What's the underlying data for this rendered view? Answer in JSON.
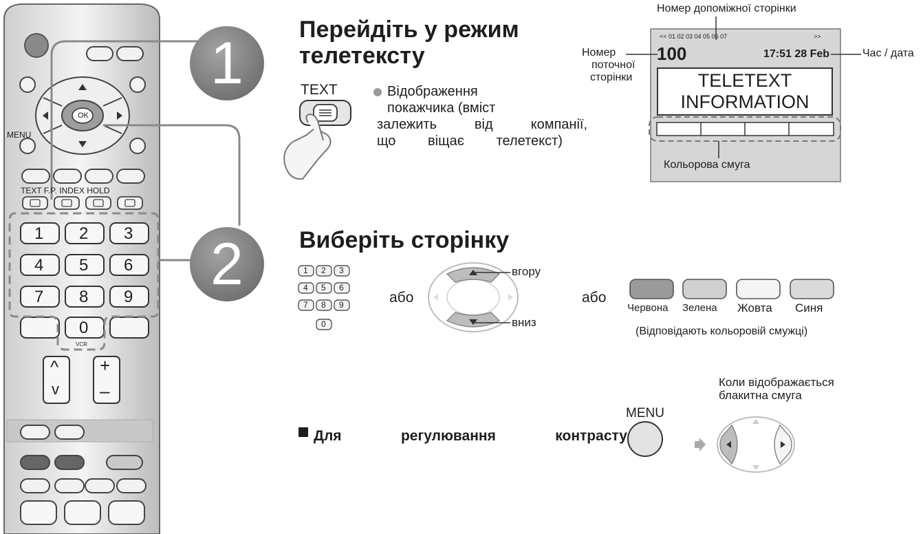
{
  "step1": {
    "number": "1",
    "title_line1": "Перейдіть у режим",
    "title_line2": "телетексту",
    "button_label": "TEXT",
    "bullet_line1": "Відображення",
    "bullet_line2": "покажчика (вміст",
    "bullet_line3_words": [
      "залежить",
      "від",
      "компанії,"
    ],
    "bullet_line4_words": [
      "що",
      "віщає",
      "телетекст)"
    ]
  },
  "teletext_screen": {
    "subpage_number_label": "Номер допоміжної сторінки",
    "subpage_row": "<< 01 02 03 04 05 06 07",
    "subpage_next": ">>",
    "page_number": "100",
    "time_date": "17:51 28 Feb",
    "current_page_label_line1": "Номер",
    "current_page_label_line2": "поточної",
    "current_page_label_line3": "сторінки",
    "time_date_label": "Час / дата",
    "content_line1": "TELETEXT",
    "content_line2": "INFORMATION",
    "color_bar_label": "Кольорова смуга"
  },
  "step2": {
    "number": "2",
    "title": "Виберіть сторінку",
    "or1": "або",
    "or2": "або",
    "up_label": "вгору",
    "down_label": "вниз",
    "keypad_keys": [
      "1",
      "2",
      "3",
      "4",
      "5",
      "6",
      "7",
      "8",
      "9",
      "0"
    ],
    "color_keys": [
      "Червона",
      "Зелена",
      "Жовта",
      "Синя"
    ],
    "color_note": "(Відповідають кольоровій смужці)"
  },
  "contrast": {
    "title_words": [
      "Для",
      "регулювання",
      "контрасту"
    ],
    "menu_label": "MENU",
    "condition_line1": "Коли відображається",
    "condition_line2": "блакитна смуга"
  },
  "remote": {
    "menu_label": "MENU",
    "ok_label": "OK",
    "row_labels": "TEXT F.P. INDEX HOLD",
    "digits": [
      "1",
      "2",
      "3",
      "4",
      "5",
      "6",
      "7",
      "8",
      "9",
      "0"
    ],
    "vcr_label": "VCR",
    "ch_up": "^",
    "ch_down": "v",
    "vol_plus": "+",
    "vol_minus": "–"
  }
}
